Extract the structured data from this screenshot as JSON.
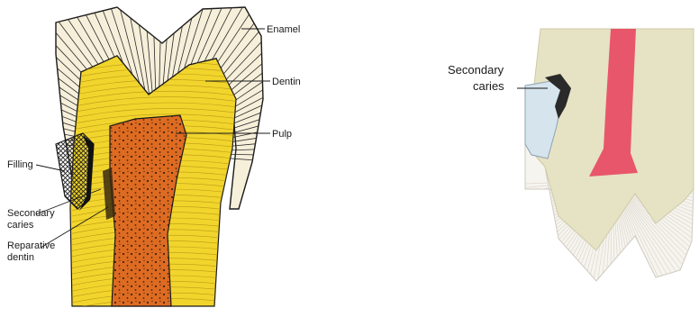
{
  "left_figure": {
    "labels": {
      "enamel": "Enamel",
      "dentin": "Dentin",
      "pulp": "Pulp",
      "filling": "Filling",
      "secondary_caries_line1": "Secondary",
      "secondary_caries_line2": "caries",
      "reparative_line1": "Reparative",
      "reparative_line2": "dentin"
    },
    "colors": {
      "enamel": "#f6efda",
      "dentin": "#f1d52c",
      "pulp": "#de6b22",
      "filling_hatch": "#2b2b2b",
      "outline": "#1a1a1a"
    }
  },
  "right_figure": {
    "labels": {
      "secondary_caries_line1": "Secondary",
      "secondary_caries_line2": "caries"
    },
    "colors": {
      "dentin": "#e6e2c4",
      "enamel": "#f6f4ef",
      "pulp": "#e8566c",
      "filling": "#d6e4ee",
      "caries": "#2a2a2a"
    }
  }
}
